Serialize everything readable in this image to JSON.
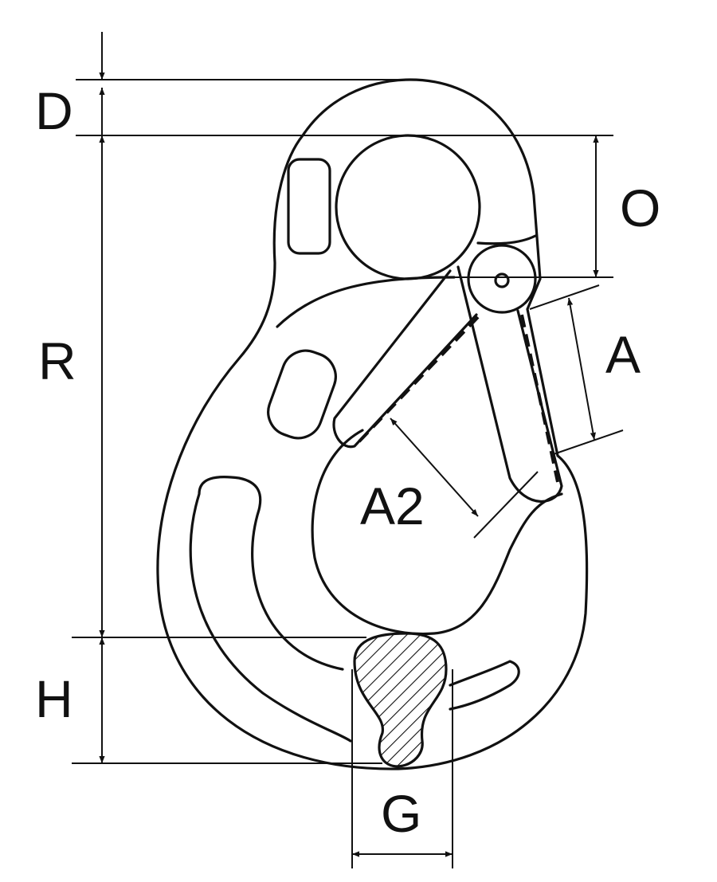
{
  "labels": {
    "D": "D",
    "O": "O",
    "R": "R",
    "A": "A",
    "A2": "A2",
    "H": "H",
    "G": "G"
  },
  "colors": {
    "ink": "#111111",
    "paper": "#ffffff"
  }
}
